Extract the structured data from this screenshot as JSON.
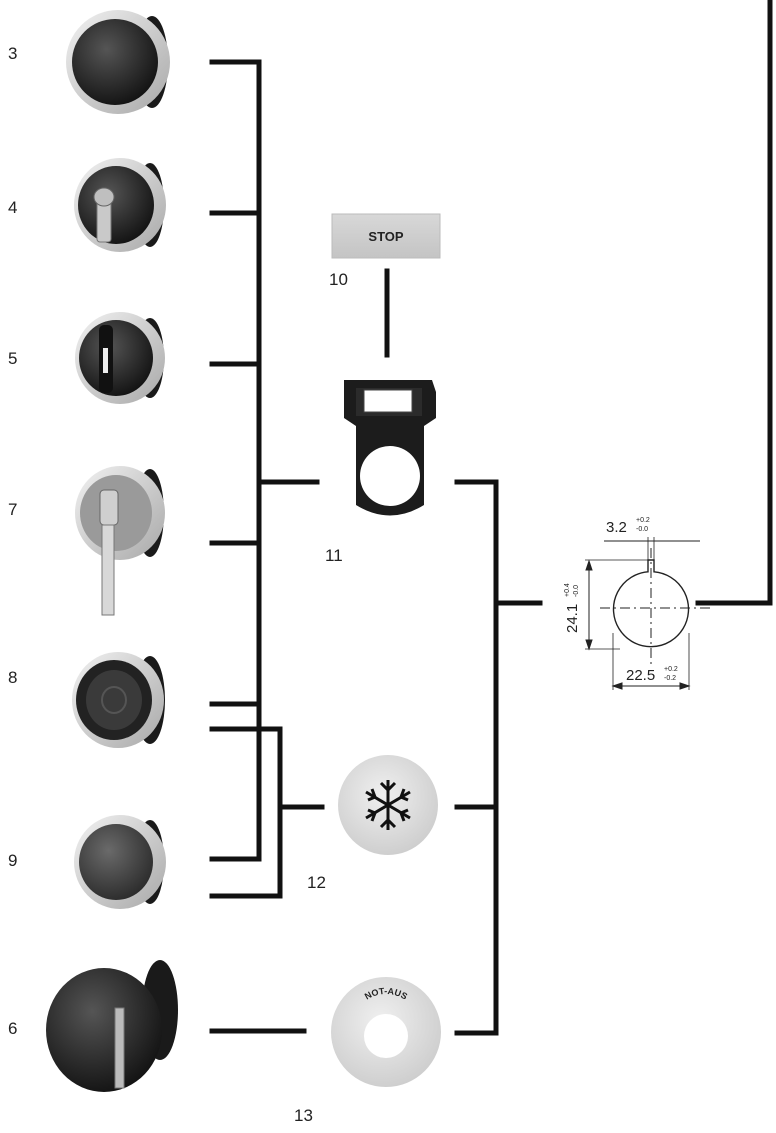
{
  "callouts": {
    "n3": "3",
    "n4": "4",
    "n5": "5",
    "n7": "7",
    "n8": "8",
    "n9": "9",
    "n6": "6",
    "n10": "10",
    "n11": "11",
    "n12": "12",
    "n13": "13"
  },
  "labels": {
    "stop_plate": "STOP",
    "emergency_disc": "NOT-AUS"
  },
  "dimensions": {
    "slot_width": "3.2",
    "slot_width_tol_upper": "+0.2",
    "slot_width_tol_lower": "-0.0",
    "height": "24.1",
    "height_tol_upper": "+0.4",
    "height_tol_lower": "-0.0",
    "diameter": "22.5",
    "diameter_tol_upper": "+0.2",
    "diameter_tol_lower": "-0.2"
  }
}
